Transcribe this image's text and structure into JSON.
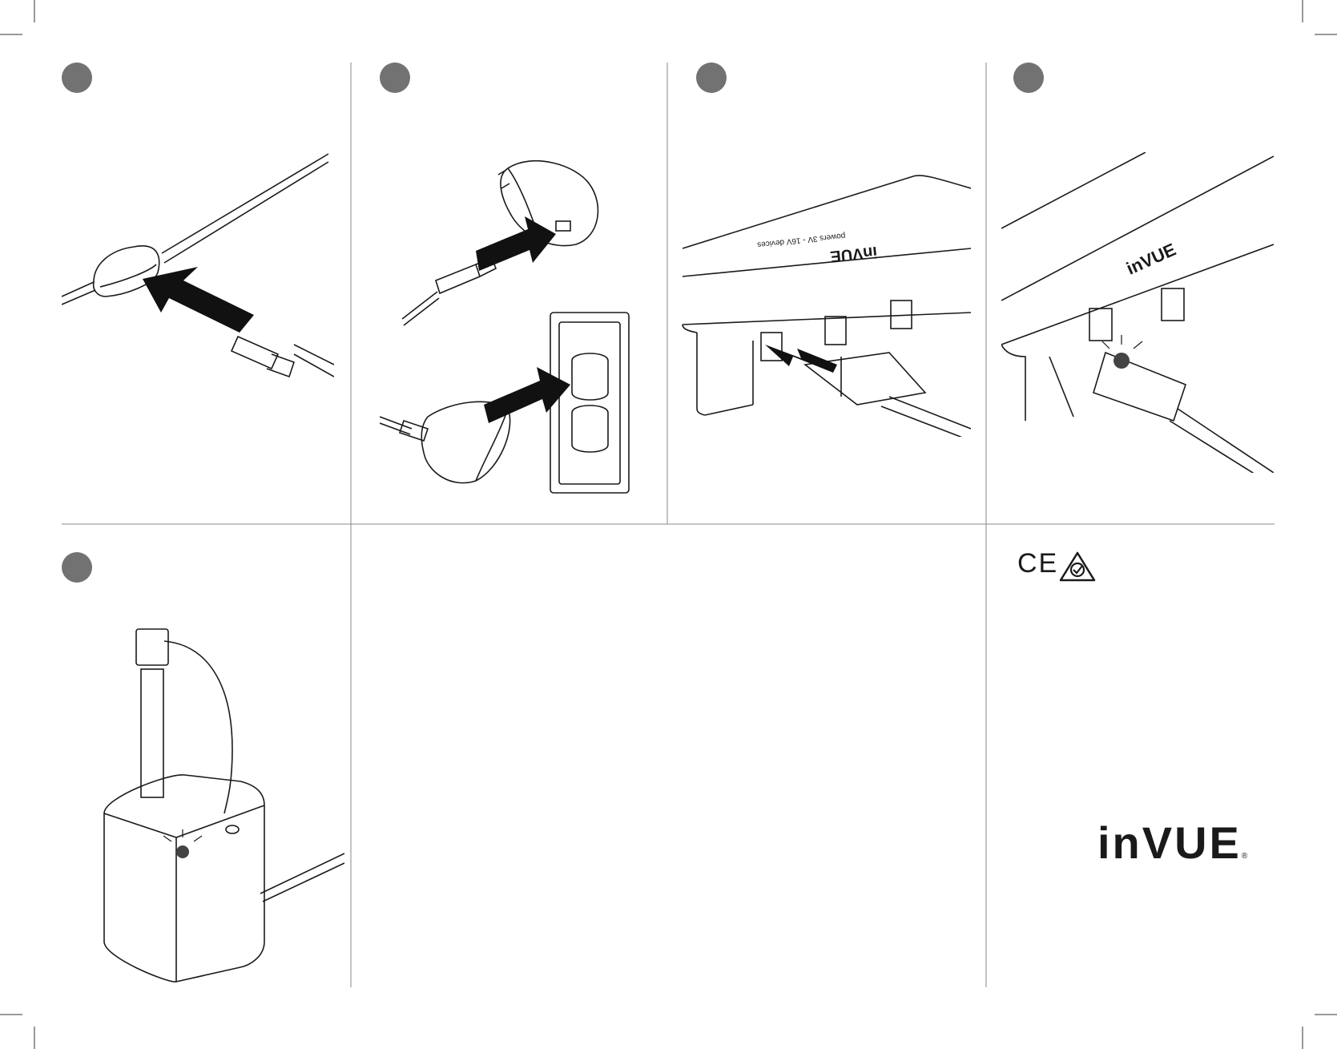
{
  "panels": [
    {
      "id": "step-1",
      "title": "Connect USB-C cable to cord"
    },
    {
      "id": "step-2",
      "title": "Plug USB adapter into outlet"
    },
    {
      "id": "step-3",
      "title": "Insert connector into hub port"
    },
    {
      "id": "step-4",
      "title": "Port LED lights"
    },
    {
      "id": "step-5",
      "title": "Dock indicator lights"
    }
  ],
  "hub": {
    "brand": "inVUE",
    "label": "powers 3V - 16V devices"
  },
  "certifications": {
    "ce": "CE"
  },
  "footer": {
    "logo_text": "inVUE",
    "logo_registered": "®"
  },
  "colors": {
    "step_circle": "#727272",
    "line": "#1a1a1a",
    "divider": "#8a8a8a"
  }
}
